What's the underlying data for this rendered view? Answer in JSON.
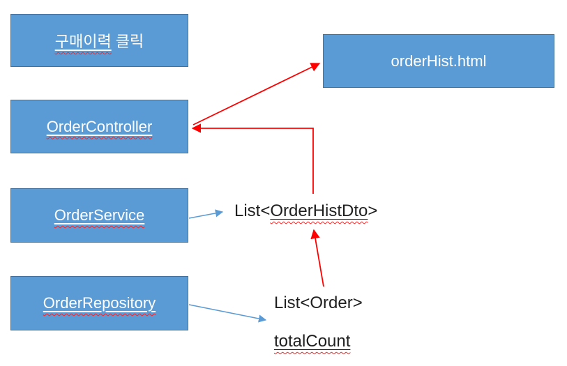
{
  "diagram": {
    "background": "#FFFFFF",
    "colors": {
      "box_fill": "#5B9BD5",
      "box_border": "#41719C",
      "box_text": "#FFFFFF",
      "free_text": "#1F1F1F",
      "red_arrow": "#FF0000",
      "blue_arrow": "#5B9BD5",
      "squiggle": "#FF2222"
    },
    "boxes": {
      "purchase": {
        "word": "구매이력",
        "rest": " 클릭"
      },
      "controller": {
        "label": "OrderController"
      },
      "service": {
        "label": "OrderService"
      },
      "repository": {
        "label": "OrderRepository"
      },
      "orderhist": {
        "label": "orderHist.html"
      }
    },
    "labels": {
      "list_hist": {
        "prefix": "List<",
        "word": "OrderHistDto",
        "suffix": ">"
      },
      "list_order": "List<Order>",
      "total_count": "totalCount"
    },
    "arrows": [
      {
        "from": "OrderController",
        "to": "orderHist.html",
        "color": "red",
        "style": "straight"
      },
      {
        "from": "List<OrderHistDto>",
        "to": "OrderController",
        "color": "red",
        "style": "elbow"
      },
      {
        "from": "List<Order>",
        "to": "List<OrderHistDto>",
        "color": "red",
        "style": "straight"
      },
      {
        "from": "OrderService",
        "to": "List<OrderHistDto>",
        "color": "blue",
        "style": "straight"
      },
      {
        "from": "OrderRepository",
        "to": "List<Order> / totalCount",
        "color": "blue",
        "style": "straight"
      }
    ]
  }
}
